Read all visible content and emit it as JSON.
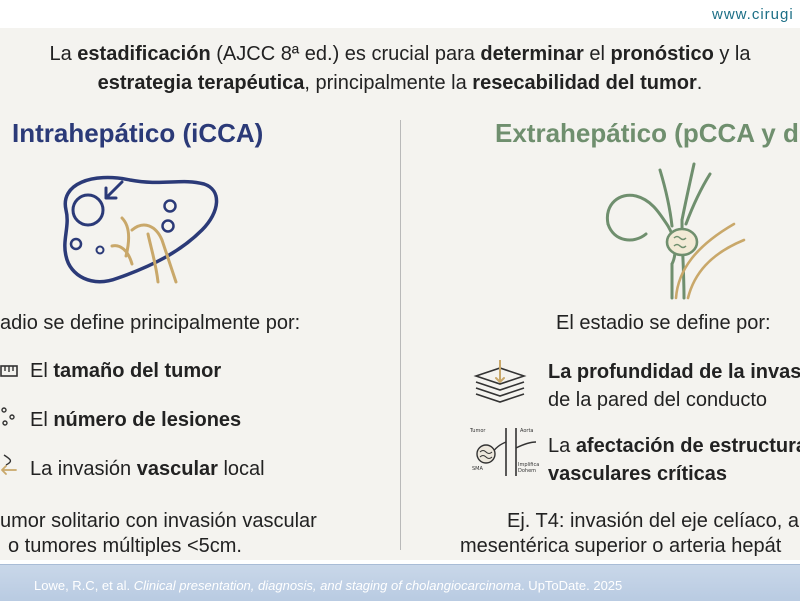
{
  "header": {
    "site": "www.cirugi"
  },
  "intro": {
    "line1": [
      "La ",
      "estadificación",
      " (AJCC 8ª ed.) es crucial para ",
      "determinar",
      " el ",
      "pronóstico",
      " y la"
    ],
    "line2": [
      "estrategia terapéutica",
      ", principalmente la ",
      "resecabilidad del tumor",
      "."
    ]
  },
  "left": {
    "title": "Intrahepático (iCCA)",
    "illustration_icon": "liver-icon",
    "define_text": "adio se define principalmente por:",
    "items": [
      {
        "icon": "ruler-icon",
        "pre": "El ",
        "bold": "tamaño del tumor",
        "post": ""
      },
      {
        "icon": "scatter-dots-icon",
        "pre": "El ",
        "bold": "número de lesiones",
        "post": ""
      },
      {
        "icon": "vessel-invasion-icon",
        "pre": "La invasión ",
        "bold": "vascular",
        "post": " local"
      }
    ],
    "example_line1": "umor solitario con invasión vascular",
    "example_line2": "o tumores múltiples <5cm."
  },
  "right": {
    "title": "Extrahepático (pCCA y dC",
    "illustration_icon": "bile-duct-tumor-icon",
    "define_text": "El estadio se define por:",
    "items": [
      {
        "icon": "wall-layers-icon",
        "bold": "La profundidad de la invas",
        "line2": "de la pared del conducto"
      },
      {
        "icon": "vascular-anatomy-icon",
        "bold_pre": "La ",
        "bold": "afectación de estructura",
        "line2": "vasculares críticas",
        "anatomy_labels": [
          "Tumor",
          "Aorta",
          "SMA",
          "Implifica",
          "Dohem"
        ]
      }
    ],
    "example_line1": "Ej. T4: invasión del eje celíaco, a",
    "example_line2": "mesentérica superior o arteria hepát"
  },
  "footer": {
    "authors": "Lowe, R.C, et al. ",
    "title": "Clinical presentation, diagnosis, and staging of cholangiocarcinoma",
    "source": ". UpToDate. 2025"
  },
  "colors": {
    "background": "#f4f3ef",
    "left_title": "#2b3a78",
    "right_title": "#6f8f6e",
    "liver_outline": "#2b3a78",
    "bile_duct": "#c9a86a",
    "footer": "#c2d2e7",
    "url": "#1d6f86"
  }
}
